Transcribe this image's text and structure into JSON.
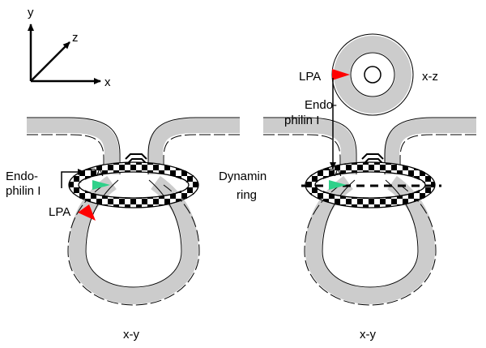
{
  "axes": {
    "x": "x",
    "y": "y",
    "z": "z"
  },
  "left_panel": {
    "endophilin_line1": "Endo-",
    "endophilin_line2": "philin I",
    "lpa": "LPA",
    "pa": "PA",
    "view": "x-y"
  },
  "right_panel": {
    "lpa_top": "LPA",
    "xz": "x-z",
    "endophilin_line1": "Endo-",
    "endophilin_line2": "philin I",
    "pa": "PA",
    "view": "x-y"
  },
  "dynamin_line1": "Dynamin",
  "dynamin_line2": "ring",
  "colors": {
    "membrane": "#cccccc",
    "lpa_marker": "#ff0000",
    "pa_marker": "#2fd18a"
  }
}
